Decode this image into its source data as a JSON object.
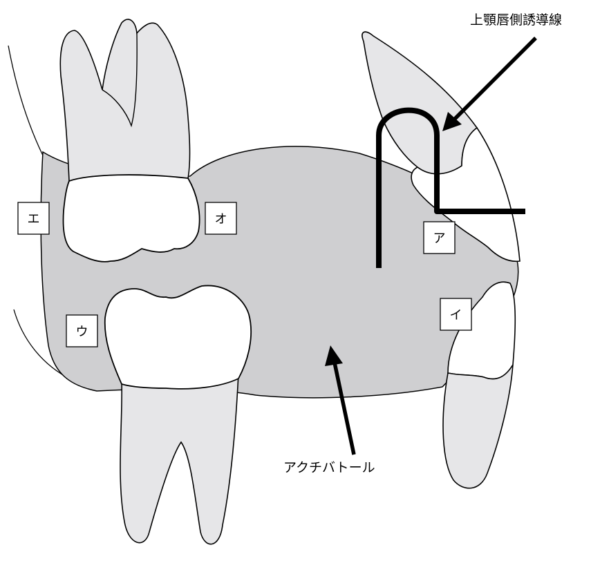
{
  "figure": {
    "annotations": {
      "top_right_label": "上顎唇側誘導線",
      "bottom_label": "アクチバトール"
    },
    "boxed_labels": {
      "a": "ア",
      "i": "イ",
      "u": "ウ",
      "e": "エ",
      "o": "オ"
    }
  },
  "colors": {
    "appliance_fill": "#cfcfd1",
    "tooth_fill": "#e6e6e8",
    "crown_fill": "#ffffff",
    "outline": "#000000"
  }
}
